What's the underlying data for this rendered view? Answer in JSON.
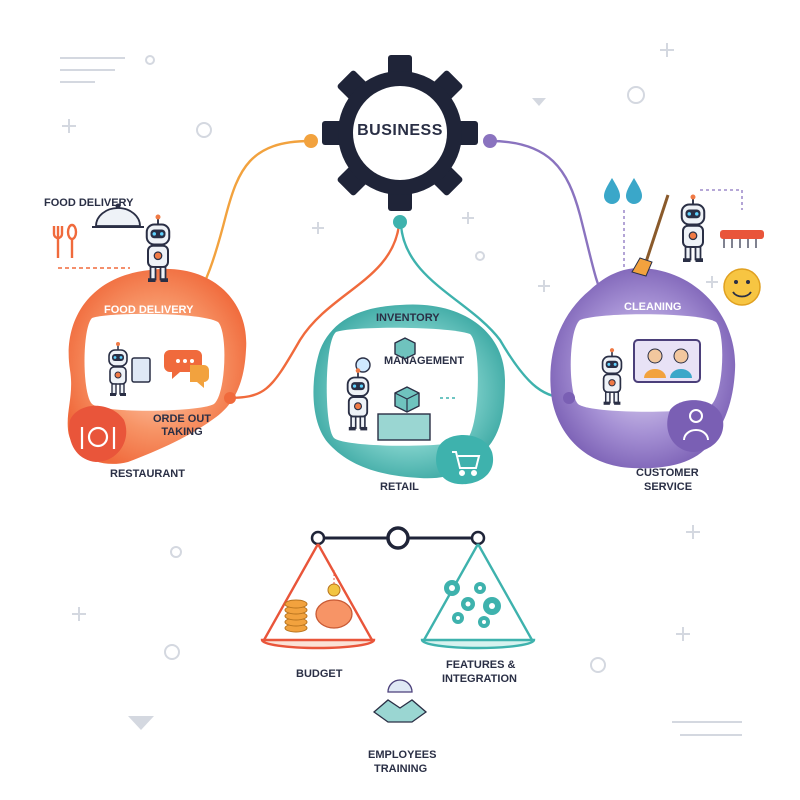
{
  "hub": {
    "title": "BUSINESS"
  },
  "restaurant": {
    "top_label": "FOOD DELIVERY",
    "inner_label": "FOOD DELIVERY",
    "order_label_1": "ORDE OUT",
    "order_label_2": "TAKING",
    "title": "RESTAURANT",
    "color": "#f07a45"
  },
  "retail": {
    "inventory_1": "INVENTORY",
    "inventory_2": "MANAGEMENT",
    "title": "RETAIL",
    "color": "#3eb2ad"
  },
  "cleaning": {
    "inner_label": "CLEANING",
    "title_1": "CUSTOMER",
    "title_2": "SERVICE",
    "color": "#7b62b5"
  },
  "balance": {
    "left_label": "BUDGET",
    "right_label_1": "FEATURES &",
    "right_label_2": "INTEGRATION",
    "bottom_label_1": "EMPLOYEES",
    "bottom_label_2": "TRAINING"
  },
  "icons": [
    "gear-icon",
    "robot-icon",
    "food-cloche-icon",
    "fork-spoon-icon",
    "chat-bubbles-icon",
    "tablet-icon",
    "plate-cutlery-icon",
    "boxes-icon",
    "shopping-cart-icon",
    "water-drops-icon",
    "broom-icon",
    "brush-icon",
    "smiley-icon",
    "video-call-icon",
    "user-icon",
    "coins-icon",
    "piggy-bank-icon",
    "gears-icon",
    "handshake-icon",
    "scale-icon"
  ]
}
